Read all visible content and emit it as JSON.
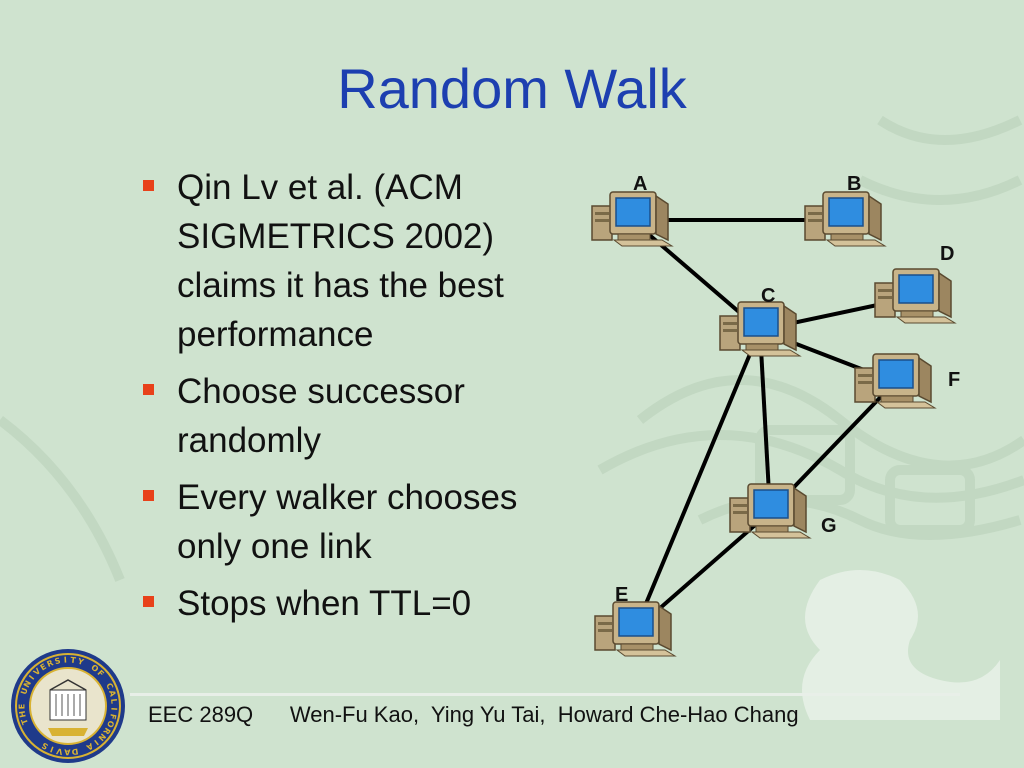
{
  "slide": {
    "title": "Random Walk",
    "bullets": [
      {
        "text": "Qin Lv et al. (ACM SIGMETRICS 2002) claims it has the best performance"
      },
      {
        "text": "Choose successor randomly"
      },
      {
        "text": "Every walker chooses only one link"
      },
      {
        "text": "Stops when TTL=0"
      }
    ],
    "footer": {
      "course": "EEC 289Q",
      "authors": "Wen-Fu Kao,  Ying Yu Tai,  Howard Che-Hao Chang"
    }
  },
  "diagram": {
    "nodes": [
      {
        "id": "A",
        "label": "A",
        "icon": "computer-icon"
      },
      {
        "id": "B",
        "label": "B",
        "icon": "computer-icon"
      },
      {
        "id": "C",
        "label": "C",
        "icon": "computer-icon"
      },
      {
        "id": "D",
        "label": "D",
        "icon": "computer-icon"
      },
      {
        "id": "F",
        "label": "F",
        "icon": "computer-icon"
      },
      {
        "id": "G",
        "label": "G",
        "icon": "computer-icon"
      },
      {
        "id": "E",
        "label": "E",
        "icon": "computer-icon"
      }
    ],
    "edges": [
      [
        "A",
        "B"
      ],
      [
        "A",
        "C"
      ],
      [
        "C",
        "D"
      ],
      [
        "C",
        "F"
      ],
      [
        "C",
        "G"
      ],
      [
        "C",
        "E"
      ],
      [
        "F",
        "G"
      ],
      [
        "G",
        "E"
      ]
    ]
  },
  "colors": {
    "background": "#cfe3cf",
    "title": "#1d3fb0",
    "bullet": "#e8411a",
    "seal_blue": "#1f3a8a",
    "seal_gold": "#d8b233"
  },
  "logo": {
    "icon": "uc-davis-seal-icon",
    "text": "THE UNIVERSITY OF CALIFORNIA DAVIS"
  }
}
